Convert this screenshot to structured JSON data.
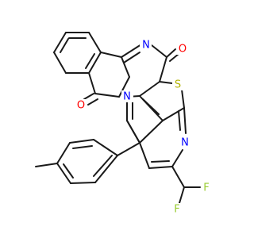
{
  "molecule": {
    "atoms": [
      {
        "id": "N1",
        "label": "N",
        "color": "#0000ff"
      },
      {
        "id": "N2",
        "label": "N",
        "color": "#0000ff"
      },
      {
        "id": "N3",
        "label": "N",
        "color": "#0000ff"
      },
      {
        "id": "O1",
        "label": "O",
        "color": "#ff0000"
      },
      {
        "id": "O2",
        "label": "O",
        "color": "#ff0000"
      },
      {
        "id": "S1",
        "label": "S",
        "color": "#b2b200"
      },
      {
        "id": "F1",
        "label": "F",
        "color": "#9acd32"
      },
      {
        "id": "F2",
        "label": "F",
        "color": "#9acd32"
      }
    ],
    "bond_color": "#1a1a1a",
    "background": "#ffffff"
  }
}
